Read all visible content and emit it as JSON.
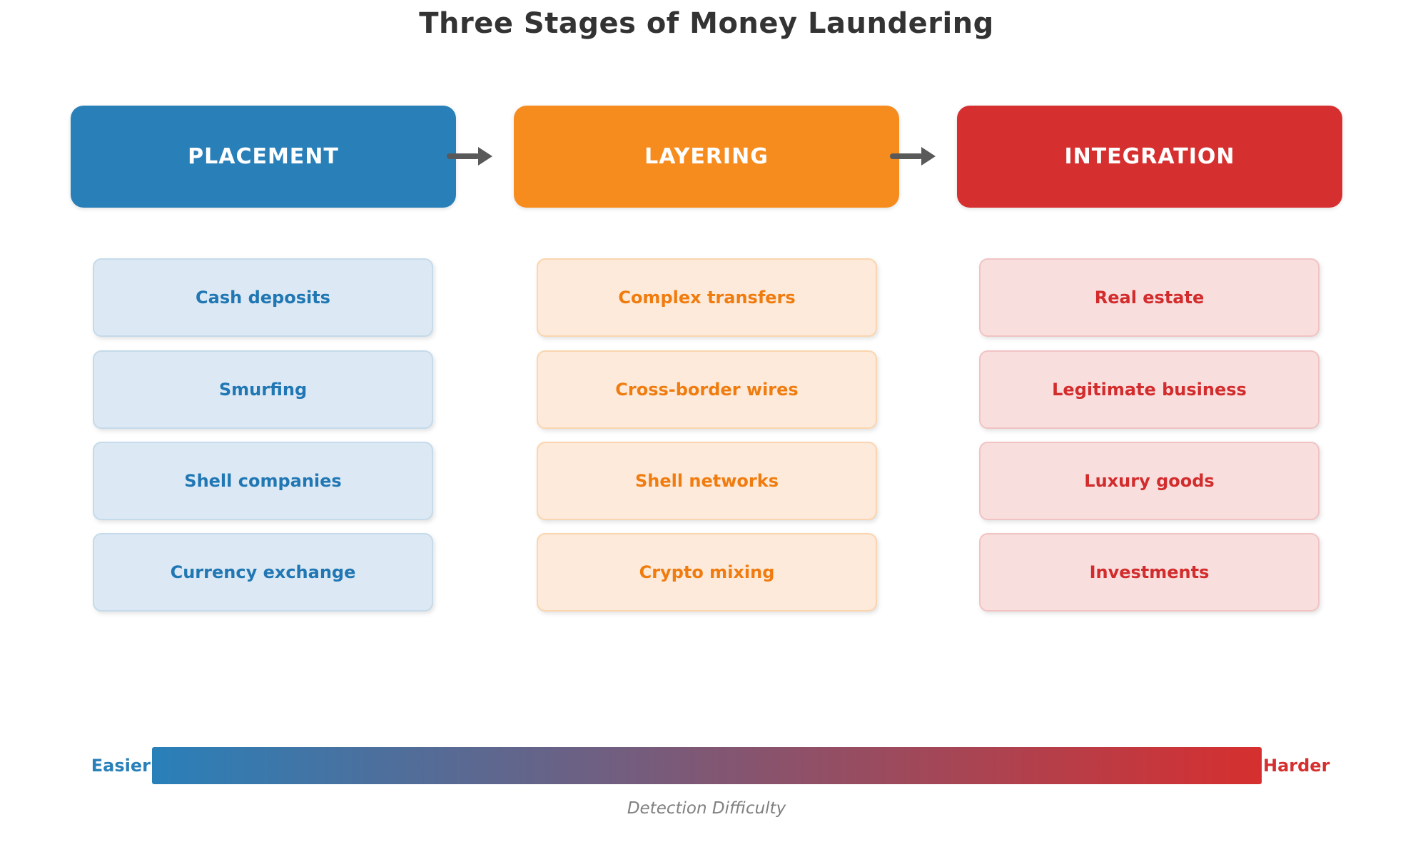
{
  "title": "Three Stages of Money Laundering",
  "arrow_color": "#595959",
  "stages": [
    {
      "label": "PLACEMENT",
      "header_bg": "#2980B9",
      "item_bg": "#DCE9F4",
      "item_border": "#C5DAEA",
      "item_text": "#2077B4",
      "items": [
        "Cash deposits",
        "Smurfing",
        "Shell companies",
        "Currency exchange"
      ]
    },
    {
      "label": "LAYERING",
      "header_bg": "#F78C1E",
      "item_bg": "#FDEADA",
      "item_border": "#FAD5AF",
      "item_text": "#F07C10",
      "items": [
        "Complex transfers",
        "Cross-border wires",
        "Shell networks",
        "Crypto mixing"
      ]
    },
    {
      "label": "INTEGRATION",
      "header_bg": "#D62F2F",
      "item_bg": "#F9DEDE",
      "item_border": "#F1C3C3",
      "item_text": "#D22C2C",
      "items": [
        "Real estate",
        "Legitimate business",
        "Luxury goods",
        "Investments"
      ]
    }
  ],
  "difficulty_scale": {
    "left_label": "Easier",
    "right_label": "Harder",
    "caption": "Detection Difficulty",
    "gradient_start": "#2980B9",
    "gradient_end": "#D62F2F",
    "left_label_color": "#2980B9",
    "right_label_color": "#D62F2F"
  }
}
